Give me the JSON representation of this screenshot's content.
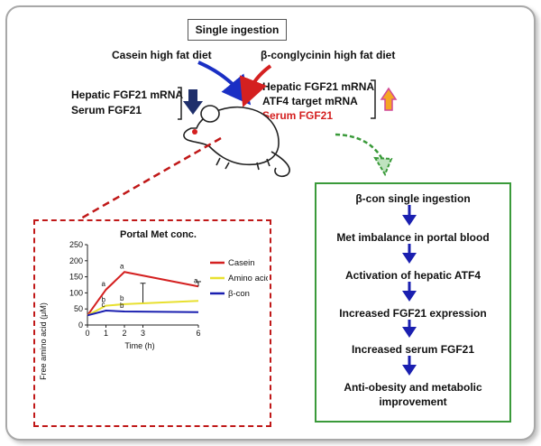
{
  "header": {
    "title": "Single ingestion"
  },
  "diets": {
    "casein": "Casein high fat diet",
    "conglycinin": "β-conglycinin  high fat diet"
  },
  "left_effects": [
    "Hepatic FGF21 mRNA",
    "Serum FGF21"
  ],
  "right_effects": {
    "line1": "Hepatic FGF21 mRNA",
    "line2": "ATF4 target mRNA",
    "line3": "Serum FGF21"
  },
  "colors": {
    "casein_arrow": "#1a2fc4",
    "con_arrow": "#d42020",
    "down_arrow": "#1f2f6b",
    "up_arrow": "#f5a623",
    "inset_border": "#c01818",
    "flow_border": "#3a9a3a",
    "flow_arrow": "#1a1fb0"
  },
  "inset": {
    "title": "Portal Met conc."
  },
  "chart_data": {
    "type": "line",
    "title": "Portal Met conc.",
    "xlabel": "Time (h)",
    "ylabel": "Free amino acid (μM)",
    "x": [
      0,
      1,
      2,
      6
    ],
    "xticks": [
      0,
      1,
      2,
      3,
      6
    ],
    "yticks": [
      0,
      50,
      100,
      150,
      200,
      250
    ],
    "ylim": [
      0,
      250
    ],
    "xlim": [
      0,
      6
    ],
    "legend_position": "right",
    "series": [
      {
        "name": "Casein",
        "color": "#d42020",
        "values": [
          30,
          110,
          165,
          120
        ],
        "letters": [
          "",
          "a",
          "a",
          "a"
        ],
        "err": [
          0,
          0,
          0,
          15
        ]
      },
      {
        "name": "Amino acid mix.",
        "color": "#e8e030",
        "values": [
          30,
          60,
          65,
          75
        ],
        "letters": [
          "",
          "b",
          "b",
          ""
        ],
        "err": [
          0,
          0,
          0,
          0
        ]
      },
      {
        "name": "β-con",
        "color": "#1a1fb0",
        "values": [
          30,
          45,
          42,
          40
        ],
        "letters": [
          "",
          "c",
          "b",
          ""
        ],
        "err": [
          0,
          0,
          0,
          0
        ]
      }
    ],
    "err_x3": {
      "x": 3,
      "value": 70,
      "err": 60
    }
  },
  "flow": {
    "steps": [
      "β-con single ingestion",
      "Met imbalance in portal blood",
      "Activation of hepatic ATF4",
      "Increased FGF21 expression",
      "Increased serum FGF21",
      "Anti-obesity and metabolic",
      "improvement"
    ]
  }
}
